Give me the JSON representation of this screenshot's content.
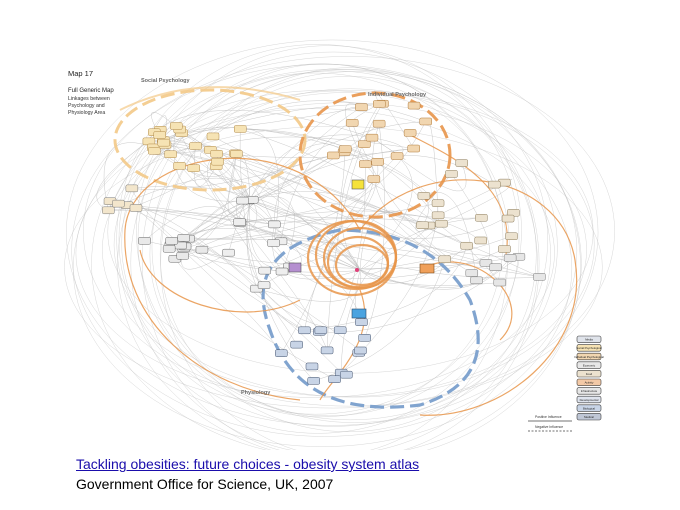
{
  "map": {
    "number": "Map 17",
    "title_lines": [
      "Full Generic Map",
      "Linkages between",
      "Psychology and",
      "Physiology Area"
    ]
  },
  "clusters": {
    "social": "Social Psychology",
    "individual": "Individual Psychology",
    "physiology": "Physiology"
  },
  "legend": {
    "categories": [
      {
        "label": "Media",
        "color": "#dfe3ea"
      },
      {
        "label": "Social Psychological",
        "color": "#f6e3b4"
      },
      {
        "label": "Individual Psychological",
        "color": "#f1d6b0"
      },
      {
        "label": "Economic",
        "color": "#e7e7e7"
      },
      {
        "label": "Food",
        "color": "#ece2cf"
      },
      {
        "label": "Activity",
        "color": "#f3c9a6"
      },
      {
        "label": "Infrastructure",
        "color": "#e6e6e6"
      },
      {
        "label": "Developmental",
        "color": "#dfe4ee"
      },
      {
        "label": "Biological",
        "color": "#c8d4e6"
      },
      {
        "label": "Medical",
        "color": "#bfc7d6"
      }
    ],
    "positive_influence": "Positive Influence",
    "negative_influence": "Negative Influence"
  },
  "colors": {
    "orange_link": "#e8954a",
    "yellow_loop": "#f3c987",
    "blue_loop": "#7a9fcc",
    "grey_link": "#bdbdbd",
    "node_border": "#555555",
    "caption_link": "#1a0dab"
  },
  "caption": {
    "link_text": "Tackling obesities: future choices - obesity system atlas",
    "source_text": "Government Office for Science, UK, 2007"
  }
}
